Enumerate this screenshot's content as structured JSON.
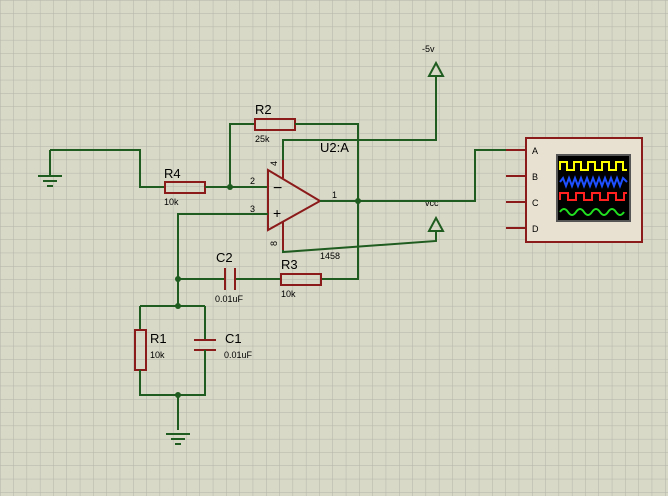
{
  "labels": {
    "r1": "R1",
    "r1_val": "10k",
    "r2": "R2",
    "r2_val": "25k",
    "r3": "R3",
    "r3_val": "10k",
    "r4": "R4",
    "r4_val": "10k",
    "c1": "C1",
    "c1_val": "0.01uF",
    "c2": "C2",
    "c2_val": "0.01uF",
    "opamp": "U2:A",
    "opamp_part": "1458",
    "neg_supply": "-5v",
    "pos_supply": "vcc",
    "pin_inv": "2",
    "pin_noninv": "3",
    "pin_out": "1",
    "pin_v_plus": "4",
    "pin_v_minus": "8",
    "sign_minus": "−",
    "sign_plus": "+"
  },
  "scope": {
    "channels": [
      "A",
      "B",
      "C",
      "D"
    ],
    "trace_colors": [
      "#ffff00",
      "#1e50ff",
      "#ff2020",
      "#20e020"
    ]
  },
  "colors": {
    "wire": "#1f5c1f",
    "component": "#8b1a1a",
    "background": "#d9d9c8",
    "grid": "#b4b4a8"
  }
}
